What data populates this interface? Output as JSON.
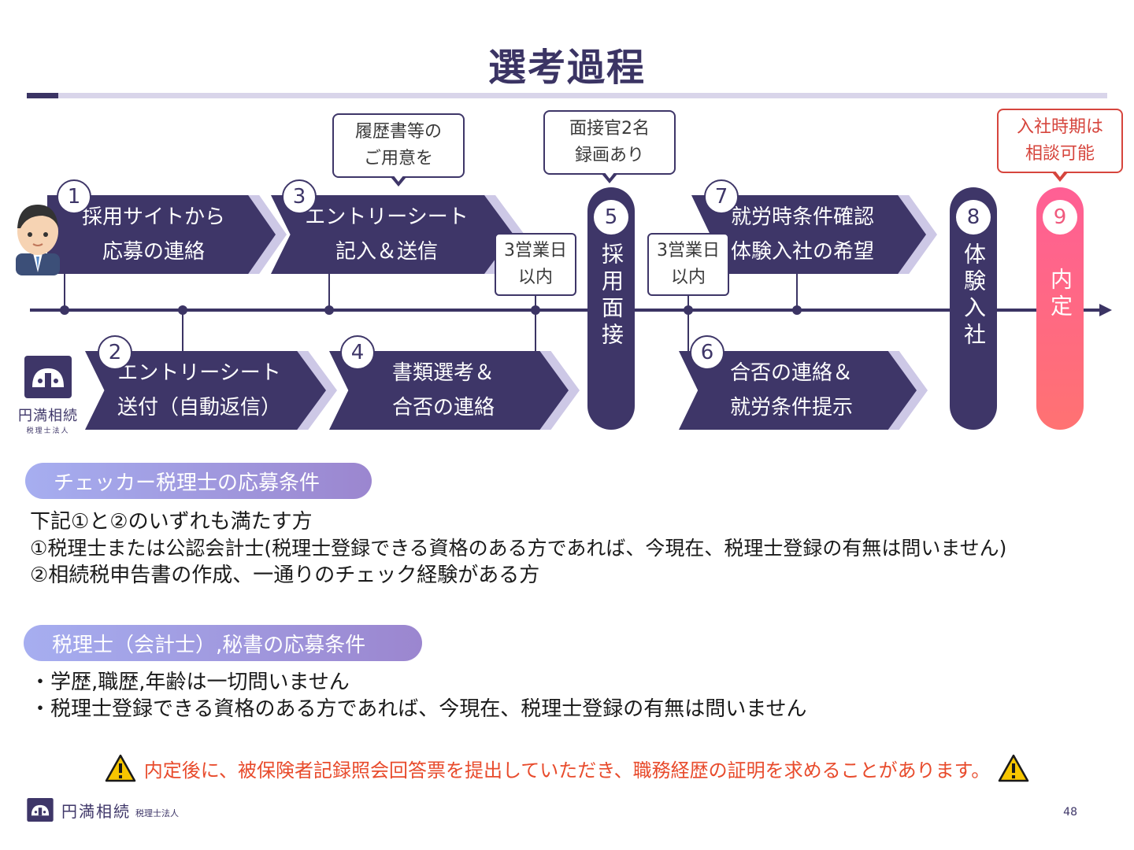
{
  "title": "選考過程",
  "steps": [
    {
      "num": "1",
      "line1": "採用サイトから",
      "line2": "応募の連絡"
    },
    {
      "num": "2",
      "line1": "エントリーシート",
      "line2": "送付（自動返信）"
    },
    {
      "num": "3",
      "line1": "エントリーシート",
      "line2": "記入＆送信"
    },
    {
      "num": "4",
      "line1": "書類選考＆",
      "line2": "合否の連絡"
    },
    {
      "num": "5",
      "vertical": "採用面接"
    },
    {
      "num": "6",
      "line1": "合否の連絡＆",
      "line2": "就労条件提示"
    },
    {
      "num": "7",
      "line1": "就労時条件確認",
      "line2": "体験入社の希望"
    },
    {
      "num": "8",
      "vertical": "体験入社"
    },
    {
      "num": "9",
      "vertical": "内定"
    }
  ],
  "callouts": {
    "documents": {
      "line1": "履歴書等の",
      "line2": "ご用意を"
    },
    "interviewers": {
      "line1": "面接官2名",
      "line2": "録画あり"
    },
    "start_date": {
      "line1": "入社時期は",
      "line2": "相談可能"
    }
  },
  "deadlines": {
    "first": {
      "line1": "3営業日",
      "line2": "以内"
    },
    "second": {
      "line1": "3営業日",
      "line2": "以内"
    }
  },
  "section1": {
    "label": "チェッカー税理士の応募条件",
    "lines": [
      "下記①と②のいずれも満たす方",
      "①税理士または公認会計士(税理士登録できる資格のある方であれば、今現在、税理士登録の有無は問いません)",
      "②相続税申告書の作成、一通りのチェック経験がある方"
    ]
  },
  "section2": {
    "label": "税理士（会計士）,秘書の応募条件",
    "lines": [
      "・学歴,職歴,年齢は一切問いません",
      "・税理士登録できる資格のある方であれば、今現在、税理士登録の有無は問いません"
    ]
  },
  "warning": "内定後に、被保険者記録照会回答票を提出していただき、職務経歴の証明を求めることがあります。",
  "logo": {
    "name": "円満相続",
    "sub": "税理士法人"
  },
  "page_number": "48",
  "colors": {
    "primary": "#3e3668",
    "accent_light": "#cdc8e6",
    "final_pink": "#ff5f95",
    "warning_red": "#e84b2c"
  },
  "icons": {
    "warning": "warning-triangle-icon",
    "avatar": "businessman-avatar-icon",
    "logo": "company-logo-icon"
  }
}
